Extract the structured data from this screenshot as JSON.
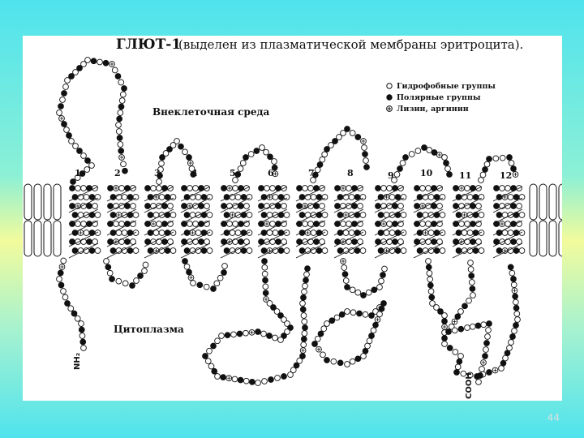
{
  "title": {
    "main": "ГЛЮТ-1",
    "sub": "(выделен из плазматической мембраны эритроцита)."
  },
  "regions": {
    "extracellular": "Внеклеточная среда",
    "cytoplasm": "Цитоплазма"
  },
  "legend": [
    {
      "symbol": "open-circle",
      "label": "Гидрофобные группы"
    },
    {
      "symbol": "filled-circle",
      "label": "Полярные группы"
    },
    {
      "symbol": "plus-circle",
      "label": "Лизин, аргинин"
    }
  ],
  "helices": [
    "1",
    "2",
    "3",
    "4",
    "5",
    "6",
    "7",
    "8",
    "9",
    "10",
    "11",
    "12"
  ],
  "termini": {
    "n": "NH₂",
    "c": "COOH"
  },
  "page_number": "44"
}
